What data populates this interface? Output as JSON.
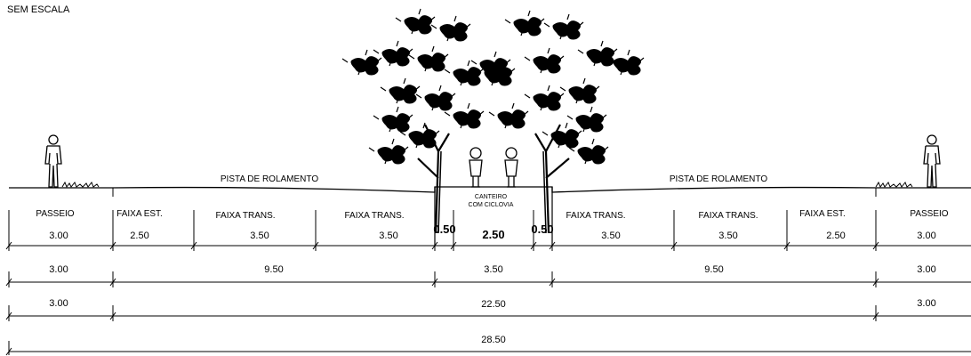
{
  "scale_note": "SEM ESCALA",
  "roadway_left_title": "PISTA DE ROLAMENTO",
  "roadway_right_title": "PISTA DE ROLAMENTO",
  "median": {
    "line1": "CANTEIRO",
    "line2": "COM CICLOVIA"
  },
  "lanes": [
    {
      "label": "PASSEIO",
      "width": "3.00"
    },
    {
      "label": "FAIXA EST.",
      "width": "2.50"
    },
    {
      "label": "FAIXA TRANS.",
      "width": "3.50"
    },
    {
      "label": "FAIXA TRANS.",
      "width": "3.50"
    },
    {
      "label": "",
      "width": "0.50"
    },
    {
      "label": "",
      "width": "2.50"
    },
    {
      "label": "",
      "width": "0.50"
    },
    {
      "label": "FAIXA TRANS.",
      "width": "3.50"
    },
    {
      "label": "FAIXA TRANS.",
      "width": "3.50"
    },
    {
      "label": "FAIXA EST.",
      "width": "2.50"
    },
    {
      "label": "PASSEIO",
      "width": "3.00"
    }
  ],
  "row2": [
    "3.00",
    "9.50",
    "3.50",
    "9.50",
    "3.00"
  ],
  "row3": [
    "3.00",
    "22.50",
    "3.00"
  ],
  "row4": [
    "28.50"
  ]
}
